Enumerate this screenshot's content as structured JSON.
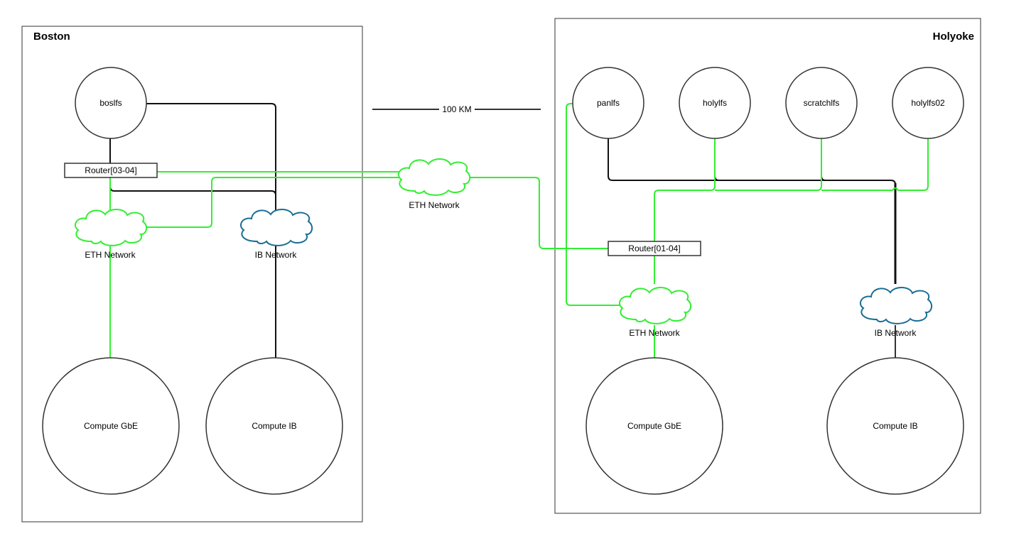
{
  "sites": {
    "boston": {
      "title": "Boston",
      "storage": [
        "boslfs"
      ],
      "router": "Router[03-04]",
      "eth_network": "ETH Network",
      "ib_network": "IB Network",
      "compute_gbe": "Compute GbE",
      "compute_ib": "Compute IB"
    },
    "holyoke": {
      "title": "Holyoke",
      "storage": [
        "panlfs",
        "holylfs",
        "scratchlfs",
        "holylfs02"
      ],
      "router": "Router[01-04]",
      "eth_network": "ETH Network",
      "ib_network": "IB Network",
      "compute_gbe": "Compute GbE",
      "compute_ib": "Compute IB"
    }
  },
  "wan": {
    "distance_label": "100 KM",
    "eth_network": "ETH Network"
  },
  "colors": {
    "eth_link": "#33ee33",
    "ib_link": "#111111",
    "ib_cloud": "#1a6e94",
    "outline": "#333333"
  }
}
